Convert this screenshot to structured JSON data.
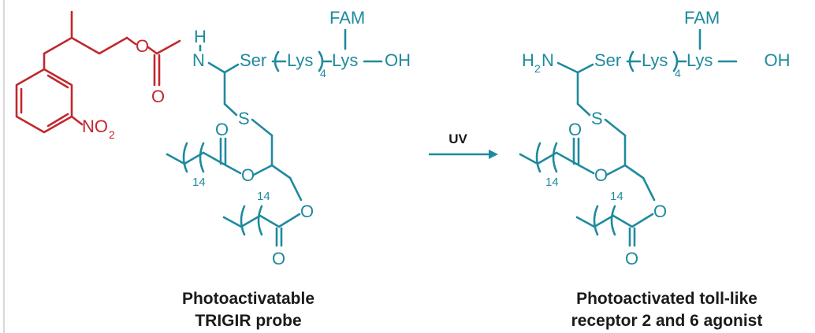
{
  "colors": {
    "probe_red": "#c1272d",
    "lipopeptide_teal": "#1f8a9e",
    "label_black": "#1a1a1a"
  },
  "reaction": {
    "condition": "UV"
  },
  "left": {
    "caption_line1": "Photoactivatable",
    "caption_line2": "TRIGIR probe",
    "atoms": {
      "nh_h": "H",
      "nh_n": "N",
      "ester_o": "O",
      "carbonyl_o": "O",
      "no2": "NO",
      "no2_sub": "2",
      "ser": "Ser",
      "lys_rep": "Lys",
      "lys_rep_count": "4",
      "lys": "Lys",
      "oh": "OH",
      "fam": "FAM",
      "s": "S",
      "c1_o": "O",
      "c1_chain": "14",
      "o_ether": "O",
      "c2_chain": "14",
      "o_ester2": "O",
      "c2_o": "O"
    }
  },
  "right": {
    "caption_line1": "Photoactivated toll-like",
    "caption_line2": "receptor 2 and 6 agonist",
    "atoms": {
      "h2n": "H",
      "h2n_sub": "2",
      "h2n_n": "N",
      "ser": "Ser",
      "lys_rep": "Lys",
      "lys_rep_count": "4",
      "lys": "Lys",
      "oh": "OH",
      "fam": "FAM",
      "s": "S",
      "c1_o": "O",
      "c1_chain": "14",
      "o_ether": "O",
      "c2_chain": "14",
      "o_ester2": "O",
      "c2_o": "O"
    }
  }
}
